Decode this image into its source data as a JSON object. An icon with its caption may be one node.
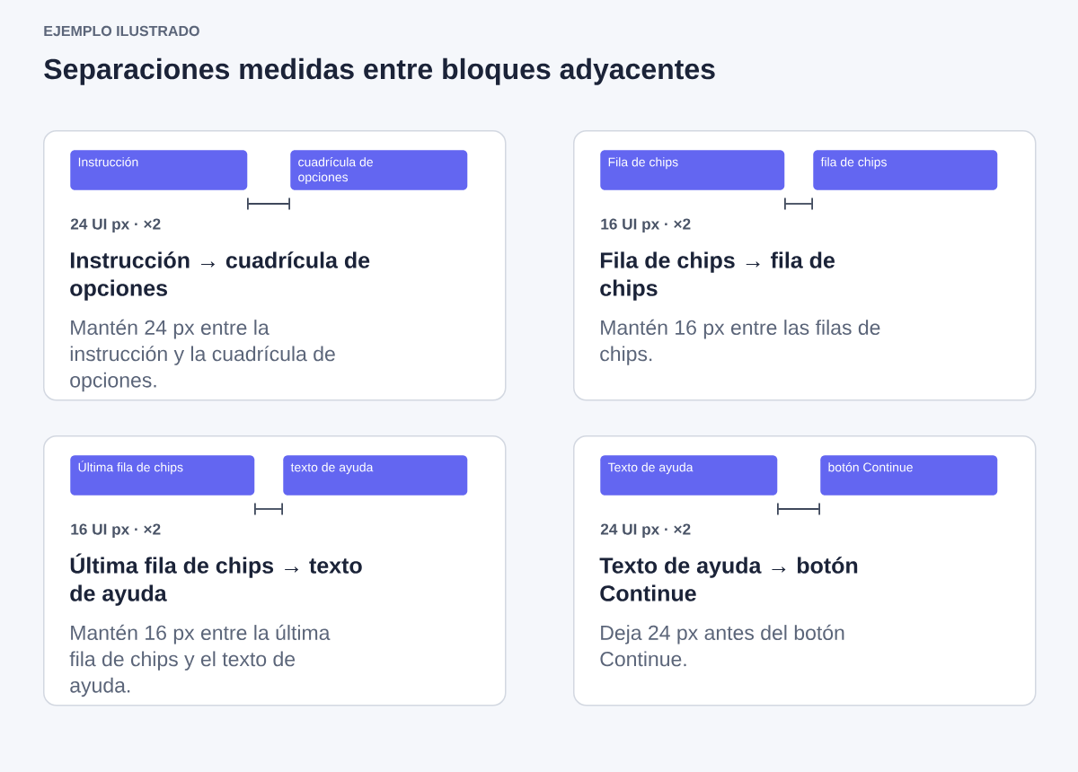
{
  "diagram": {
    "title": "Separaciones medidas entre bloques adyacentes",
    "nodes": [
      {
        "text": [
          "24 UI px · ×2",
          "Instrucción → cuadrícula de opciones",
          "Mantén 24 px entre la instrucción y la cuadrícula de opciones."
        ]
      },
      {
        "text": [
          "Instrucción"
        ],
        "in": 0
      },
      {
        "text": [
          "cuadrícula de opciones"
        ],
        "in": 0
      },
      {
        "text": [
          "16 UI px · ×2",
          "Fila de chips → fila de chips",
          "Mantén 16 px entre las filas de chips."
        ]
      },
      {
        "text": [
          "Fila de chips"
        ],
        "in": 3
      },
      {
        "text": [
          "fila de chips"
        ],
        "in": 3
      },
      {
        "text": [
          "16 UI px · ×2",
          "Última fila de chips → texto de ayuda",
          "Mantén 16 px entre la última fila de chips y el texto de ayuda."
        ]
      },
      {
        "text": [
          "Última fila de chips"
        ],
        "in": 6
      },
      {
        "text": [
          "texto de ayuda"
        ],
        "in": 6
      },
      {
        "text": [
          "24 UI px · ×2",
          "Texto de ayuda → botón Continue",
          "Deja 24 px antes del botón Continue."
        ]
      },
      {
        "text": [
          "Texto de ayuda"
        ],
        "in": 9
      },
      {
        "text": [
          "botón Continue"
        ],
        "in": 9
      }
    ],
    "labels": [
      "EJEMPLO ILUSTRADO"
    ]
  }
}
